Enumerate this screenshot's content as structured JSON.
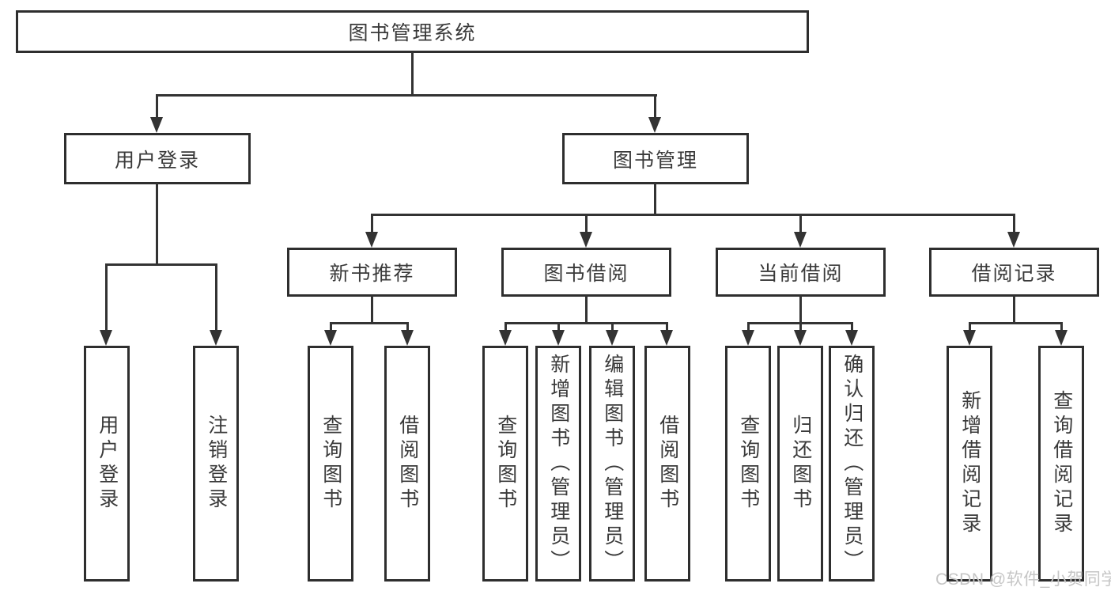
{
  "tree": {
    "root": {
      "label": "图书管理系统",
      "children": [
        {
          "label": "用户登录",
          "children": [
            {
              "label": "用户登录"
            },
            {
              "label": "注销登录"
            }
          ]
        },
        {
          "label": "图书管理",
          "children": [
            {
              "label": "新书推荐",
              "children": [
                {
                  "label": "查询图书"
                },
                {
                  "label": "借阅图书"
                }
              ]
            },
            {
              "label": "图书借阅",
              "children": [
                {
                  "label": "查询图书"
                },
                {
                  "label": "新增图书（管理员）"
                },
                {
                  "label": "编辑图书（管理员）"
                },
                {
                  "label": "借阅图书"
                }
              ]
            },
            {
              "label": "当前借阅",
              "children": [
                {
                  "label": "查询图书"
                },
                {
                  "label": "归还图书"
                },
                {
                  "label": "确认归还（管理员）"
                }
              ]
            },
            {
              "label": "借阅记录",
              "children": [
                {
                  "label": "新增借阅记录"
                },
                {
                  "label": "查询借阅记录"
                }
              ]
            }
          ]
        }
      ]
    }
  },
  "watermark": {
    "text": "CSDN @软件_小贺同学"
  },
  "colors": {
    "line": "#333333",
    "box_border": "#2e2e2e",
    "text": "#3a3a3a",
    "background": "#ffffff",
    "watermark": "#c6c6c6"
  }
}
